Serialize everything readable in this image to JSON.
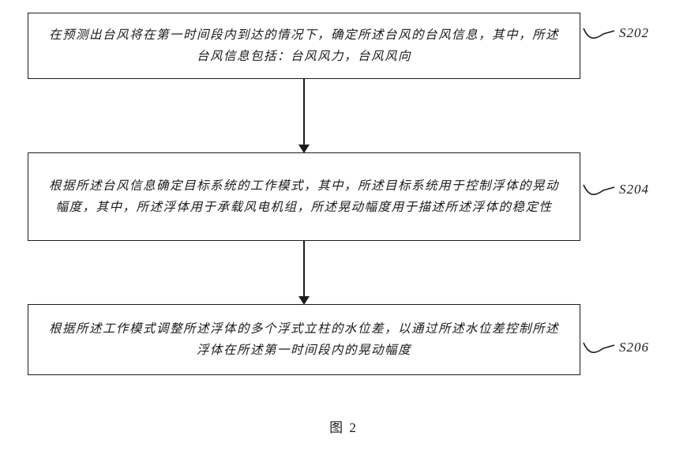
{
  "diagram": {
    "caption": "图 2",
    "steps": [
      {
        "text": "在预测出台风将在第一时间段内到达的情况下，确定所述台风的台风信息，其中，所述台风信息包括：台风风力，台风风向",
        "label": "S202"
      },
      {
        "text": "根据所述台风信息确定目标系统的工作模式，其中，所述目标系统用于控制浮体的晃动幅度，其中，所述浮体用于承载风电机组，所述晃动幅度用于描述所述浮体的稳定性",
        "label": "S204"
      },
      {
        "text": "根据所述工作模式调整所述浮体的多个浮式立柱的水位差，以通过所述水位差控制所述浮体在所述第一时间段内的晃动幅度",
        "label": "S206"
      }
    ],
    "colors": {
      "line": "#1c1c1c",
      "text": "#1b1b1b",
      "background": "#ffffff"
    }
  }
}
